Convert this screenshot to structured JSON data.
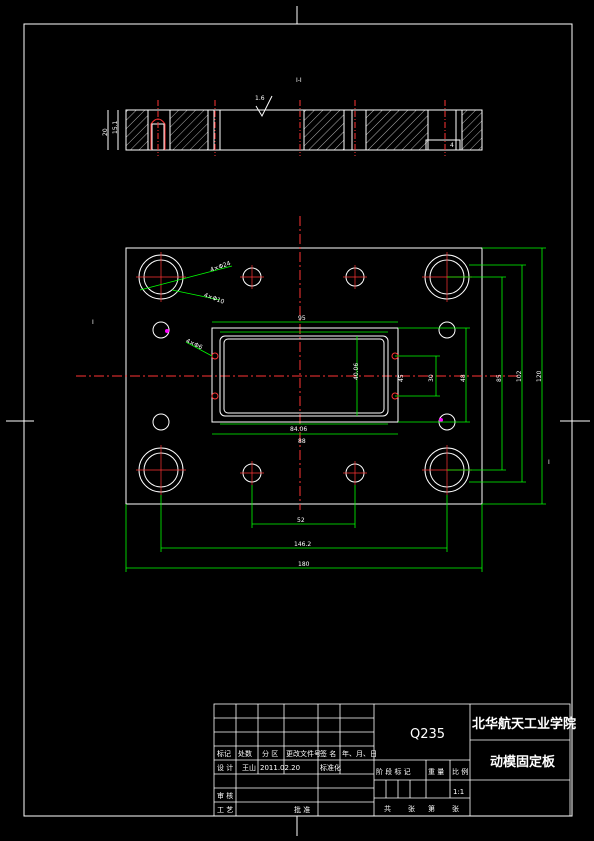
{
  "title_block": {
    "material": "Q235",
    "school": "北华航天工业学院",
    "part_name": "动模固定板",
    "scale": "1:1",
    "headers": {
      "mark": "标记",
      "count": "处数",
      "zone": "分 区",
      "change_doc": "更改文件号",
      "signature": "签 名",
      "date": "年、月、日",
      "design": "设 计",
      "standardize": "标准化",
      "stage_mark": "阶 段 标 记",
      "weight": "重 量",
      "ratio": "比 例",
      "review": "审 核",
      "process": "工 艺",
      "approve": "批 准",
      "sheets_total": "共",
      "sheets_word": "张",
      "sheet_no": "第",
      "sheet_word2": "张"
    },
    "designer": "王山",
    "design_date": "2011.02.20"
  },
  "section": {
    "label": "I-I",
    "roughness": "1.6",
    "dim_left_outer": "20",
    "dim_left_inner": "15.1",
    "dim_small": "4"
  },
  "plan_dims": {
    "bottom_inner": "52",
    "bottom_mid": "146.2",
    "bottom_outer": "180",
    "top_cavity": "95",
    "cavity_inner": "88",
    "cavity_w": "84.06",
    "cavity_h": "40.06",
    "right_30": "30",
    "right_45": "45",
    "right_48": "48",
    "right_85": "85",
    "right_102": "102",
    "right_120": "120",
    "hole_note_1": "4×Φ24",
    "hole_note_2": "4×Φ10",
    "hole_note_3": "4×Φ6",
    "section_mark_left": "I",
    "section_mark_right": "I"
  }
}
